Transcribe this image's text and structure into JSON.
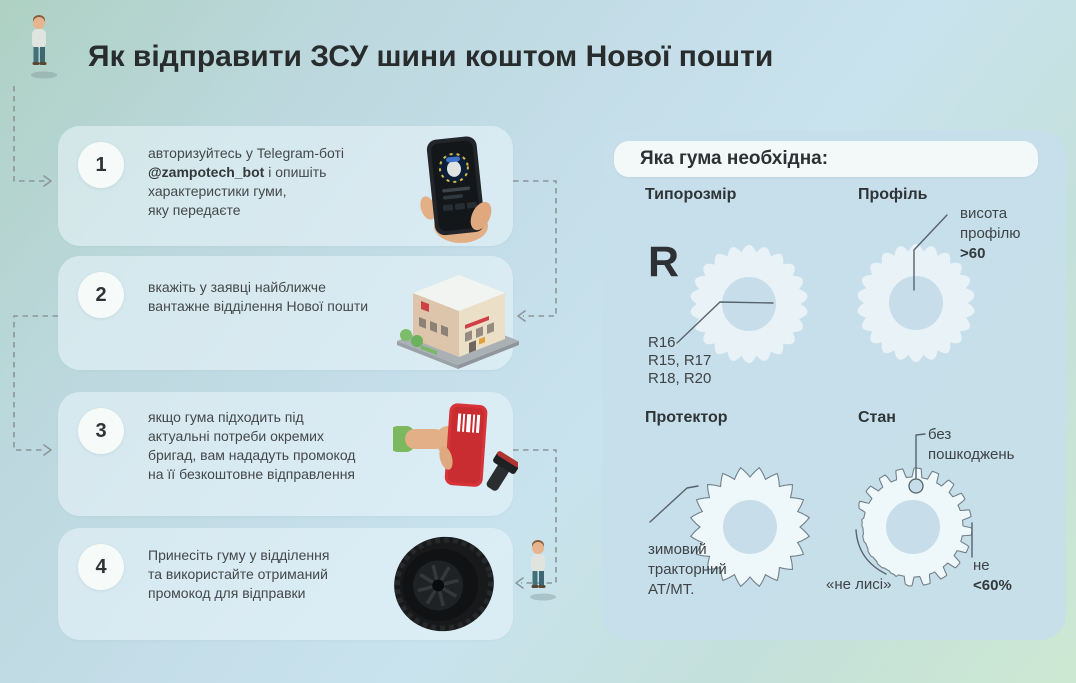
{
  "title": "Як відправити ЗСУ шини коштом Нової пошти",
  "colors": {
    "nova_poshta_red": "#d63438",
    "panel_blue": "#c7deea",
    "tire_shape_fill": "#e8f2f7",
    "text_dark": "#43484b",
    "connector_gray": "#8b969b"
  },
  "steps": [
    {
      "number": "1",
      "illustration": "telegram-bot-phone",
      "lines": [
        [
          {
            "t": "авторизуйтесь у Telegram-боті"
          }
        ],
        [
          {
            "t": "@zampotech_bot",
            "b": true
          },
          {
            "t": " і опишіть"
          }
        ],
        [
          {
            "t": "характеристики гуми,"
          }
        ],
        [
          {
            "t": "яку передаєте"
          }
        ]
      ]
    },
    {
      "number": "2",
      "illustration": "nova-poshta-cargo-branch",
      "lines": [
        [
          {
            "t": "вкажіть у заявці найближче"
          }
        ],
        [
          {
            "t": "вантажне відділення Нової пошти"
          }
        ]
      ]
    },
    {
      "number": "3",
      "illustration": "promo-code-barcode-scanner",
      "lines": [
        [
          {
            "t": "якщо гума підходить під"
          }
        ],
        [
          {
            "t": "актуальні потреби окремих"
          }
        ],
        [
          {
            "t": "бригад, вам нададуть промокод"
          }
        ],
        [
          {
            "t": "на її безкоштовне відправлення"
          }
        ]
      ]
    },
    {
      "number": "4",
      "illustration": "tire",
      "lines": [
        [
          {
            "t": "Принесіть гуму у відділення"
          }
        ],
        [
          {
            "t": "та використайте отриманий"
          }
        ],
        [
          {
            "t": "промокод для відправки"
          }
        ]
      ]
    }
  ],
  "requirements_panel": {
    "title": "Яка гума необхідна:",
    "sections": {
      "size": {
        "label": "Типорозмір",
        "big_letter": "R",
        "lines": [
          "R16",
          "R15, R17",
          "R18, R20"
        ]
      },
      "profile": {
        "label": "Профіль",
        "callout": {
          "line1": "висота",
          "line2": "профілю",
          "bold": ">60"
        }
      },
      "tread": {
        "label": "Протектор",
        "lines": [
          "зимовий",
          "тракторний",
          "AT/MT."
        ]
      },
      "condition": {
        "label": "Стан",
        "top_callout": {
          "line1": "без",
          "line2": "пошкоджень"
        },
        "left_note": "«не лисі»",
        "right_callout": {
          "line1": "не",
          "bold": "<60%"
        }
      }
    }
  }
}
